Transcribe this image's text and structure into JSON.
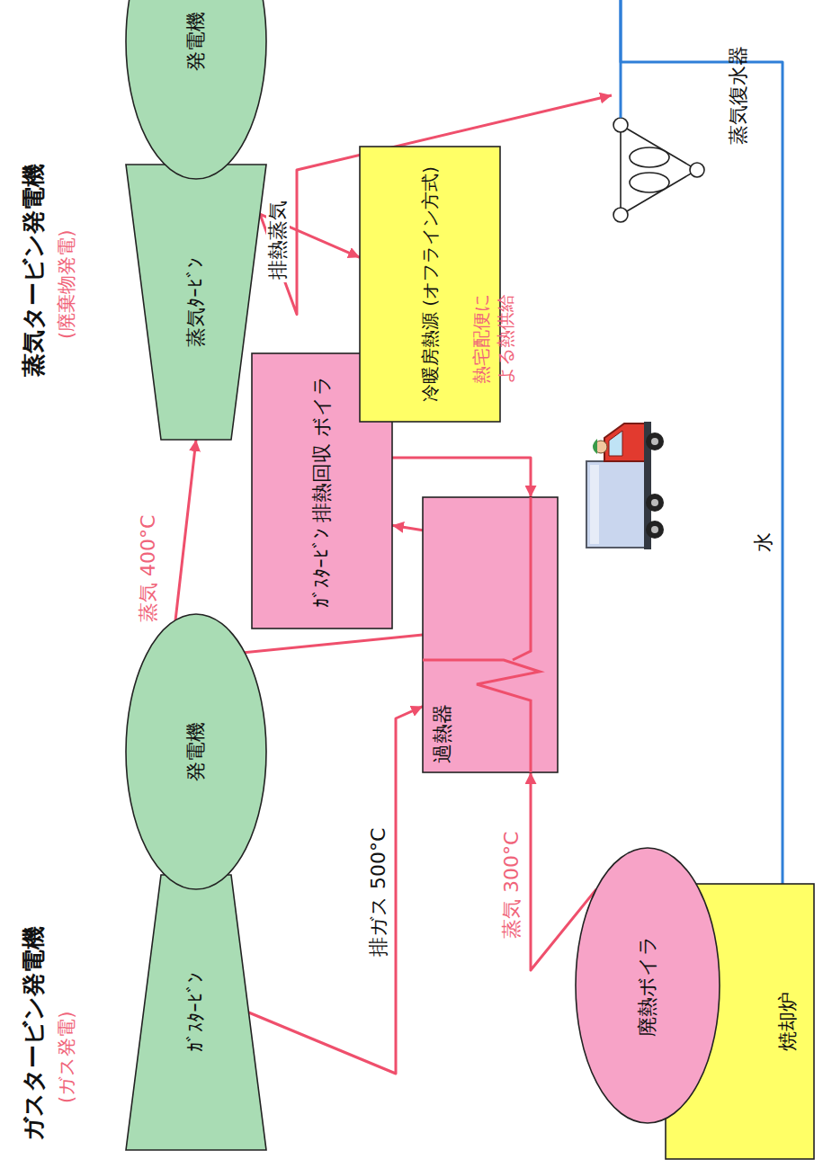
{
  "diagram": {
    "nodes": [
      {
        "text": [
          "ｶﾞｽﾀｰﾋﾞﾝ"
        ]
      },
      {
        "text": [
          "発電機"
        ]
      },
      {
        "text": [
          "蒸気ﾀｰﾋﾞﾝ"
        ]
      },
      {
        "text": [
          "発電機"
        ]
      },
      {
        "text": [
          "過熱器"
        ]
      },
      {
        "text": [
          "ｶﾞｽﾀｰﾋﾞﾝ 排熱回収 ボイラ"
        ]
      },
      {
        "text": [
          "冷暖房熱源 (オフライン方式)"
        ]
      },
      {
        "text": [
          "蒸気復水器"
        ]
      },
      {
        "text": [
          "廃熱ボイラ"
        ]
      },
      {
        "text": [
          "焼却炉"
        ]
      }
    ],
    "edges": [
      {
        "from": 0,
        "to": 1,
        "arrow": "none"
      },
      {
        "from": 2,
        "to": 3,
        "arrow": "none"
      },
      {
        "from": 0,
        "to": 4,
        "arrow": "to",
        "label": "排ガス 500°C"
      },
      {
        "from": 4,
        "to": 5,
        "arrow": "to"
      },
      {
        "from": 5,
        "to": 4,
        "arrow": "to"
      },
      {
        "from": 8,
        "to": 4,
        "arrow": "to",
        "label": "蒸気 300°C"
      },
      {
        "from": 4,
        "to": 2,
        "arrow": "to",
        "label": "蒸気 400°C"
      },
      {
        "from": 2,
        "to": 7,
        "arrow": "to",
        "label": "排熱蒸気"
      },
      {
        "from": 2,
        "to": 6,
        "arrow": "to"
      },
      {
        "from": 7,
        "to": 8,
        "arrow": "to",
        "label": "水"
      }
    ],
    "labels": [
      "ガスタービン発電機",
      "(ガス発電)",
      "蒸気タービン発電機",
      "(廃棄物発電)",
      "熱宅配便に よる熱供給"
    ]
  }
}
